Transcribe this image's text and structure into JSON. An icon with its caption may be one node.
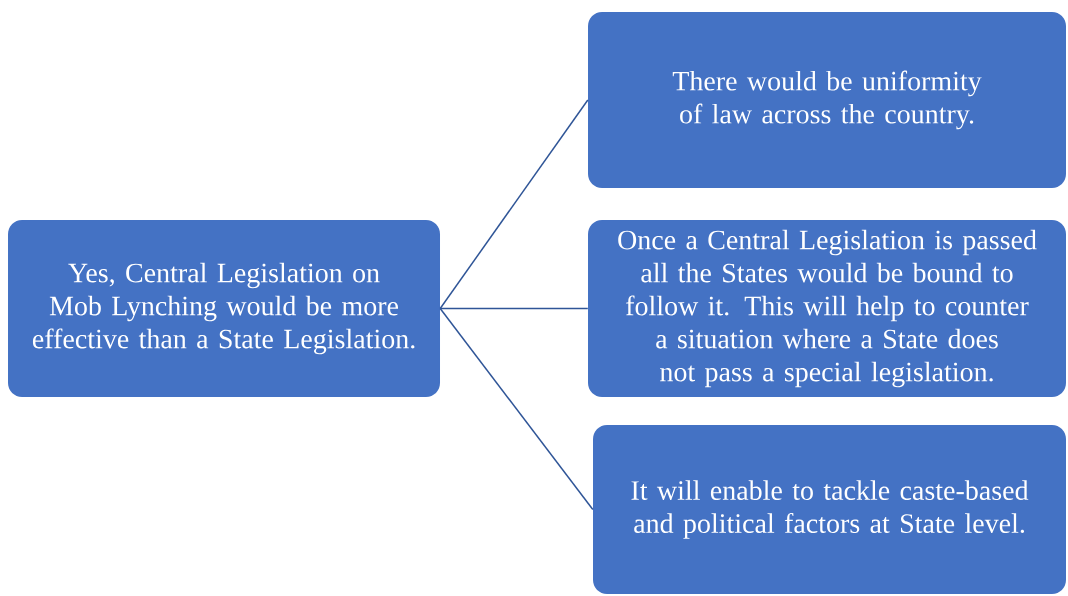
{
  "diagram": {
    "nodes": [
      {
        "text": [
          "Yes, Central Legislation on Mob Lynching would be more effective than a State Legislation."
        ]
      },
      {
        "text": [
          "There would be uniformity of law across the country."
        ]
      },
      {
        "text": [
          "Once a Central Legislation is passed all the States would be bound to follow it. This will help to counter a situation where a State does not pass a special legislation."
        ]
      },
      {
        "text": [
          "It will enable to tackle caste-based and political factors at State level."
        ]
      }
    ],
    "edges": [
      {
        "from": 0,
        "to": 1,
        "arrow": "none"
      },
      {
        "from": 0,
        "to": 2,
        "arrow": "none"
      },
      {
        "from": 0,
        "to": 3,
        "arrow": "none"
      }
    ]
  }
}
